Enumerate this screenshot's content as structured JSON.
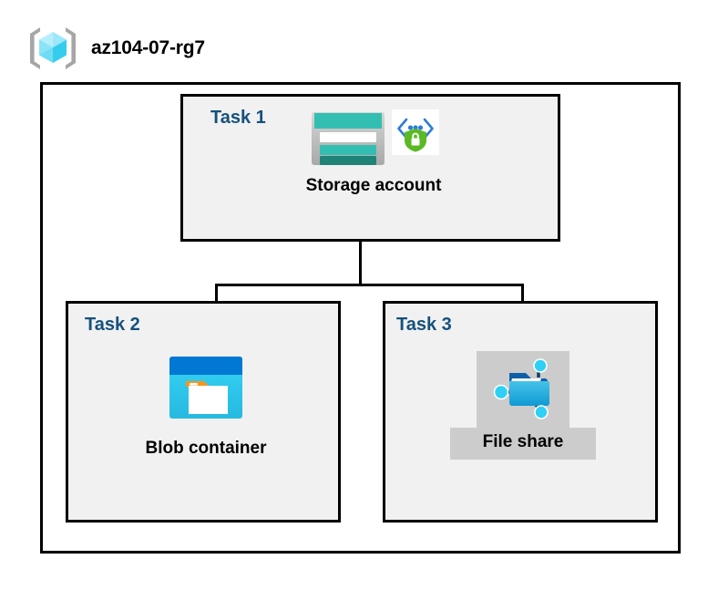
{
  "header": {
    "icon": "resource-group-icon",
    "title": "az104-07-rg7"
  },
  "diagram": {
    "container_name": "resource-group-container",
    "tasks": [
      {
        "id": "task-1",
        "label": "Task 1",
        "node": {
          "label": "Storage account",
          "icons": [
            "storage-account-icon",
            "private-endpoint-icon"
          ],
          "highlighted": false
        }
      },
      {
        "id": "task-2",
        "label": "Task 2",
        "node": {
          "label": "Blob container",
          "icons": [
            "blob-container-icon"
          ],
          "highlighted": false
        }
      },
      {
        "id": "task-3",
        "label": "Task 3",
        "node": {
          "label": "File share",
          "icons": [
            "file-share-icon"
          ],
          "highlighted": true
        }
      }
    ],
    "connectors": [
      {
        "name": "storage-account-to-bus",
        "from": "Storage account",
        "to": "branch-bus"
      },
      {
        "name": "bus-to-blob-container",
        "from": "branch-bus",
        "to": "Blob container"
      },
      {
        "name": "bus-to-file-share",
        "from": "branch-bus",
        "to": "File share"
      }
    ]
  },
  "colors": {
    "task_label": "#15517d",
    "node_label": "#000000",
    "box_border": "#000000",
    "box_fill": "#f1f1f1",
    "canvas": "#ffffff",
    "highlight": "#cccccc",
    "storage_teal": "#32bfb1",
    "storage_teal_dark": "#1f8378",
    "blob_blue": "#0078d4",
    "blob_cyan": "#32d5f3",
    "blob_orange": "#f7941e",
    "shield_green": "#5ab924",
    "bracket_gray": "#a0a0a0",
    "cube_cyan": "#9fe8f8"
  }
}
